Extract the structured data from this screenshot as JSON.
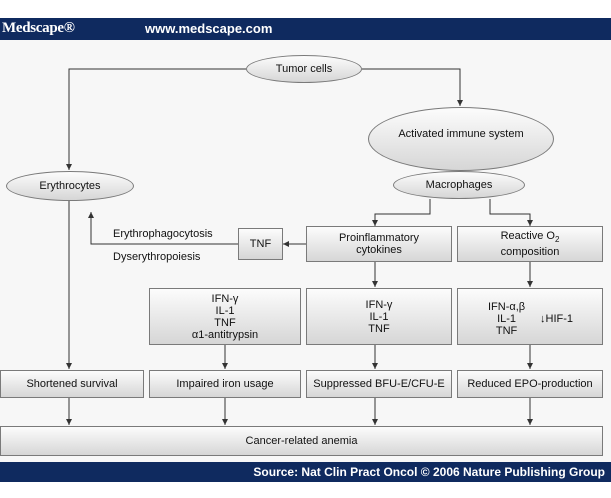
{
  "header": {
    "brand": "Medscape®",
    "url": "www.medscape.com"
  },
  "footer": {
    "source": "Source: Nat Clin Pract Oncol © 2006 Nature Publishing Group"
  },
  "nodes": {
    "tumor_cells": "Tumor cells",
    "immune_system": "Activated immune system",
    "macrophages": "Macrophages",
    "erythrocytes": "Erythrocytes",
    "erythrophagocytosis": "Erythrophagocytosis",
    "dyserythropoiesis": "Dyserythropoiesis",
    "tnf": "TNF",
    "proinflammatory": "Proinflammatory\ncytokines",
    "reactive_o2_line1": "Reactive O",
    "reactive_o2_sub": "2",
    "reactive_o2_line2": "composition",
    "cyto_left": "IFN-γ\nIL-1\nTNF\nα1-antitrypsin",
    "cyto_mid": "IFN-γ\nIL-1\nTNF",
    "cyto_right": "IFN-α,β\nIL-1\nTNF",
    "hif": "↓HIF-1",
    "shortened_survival": "Shortened survival",
    "impaired_iron": "Impaired iron usage",
    "suppressed_bfu": "Suppressed BFU-E/CFU-E",
    "reduced_epo": "Reduced EPO-production",
    "cancer_anemia": "Cancer-related anemia"
  }
}
